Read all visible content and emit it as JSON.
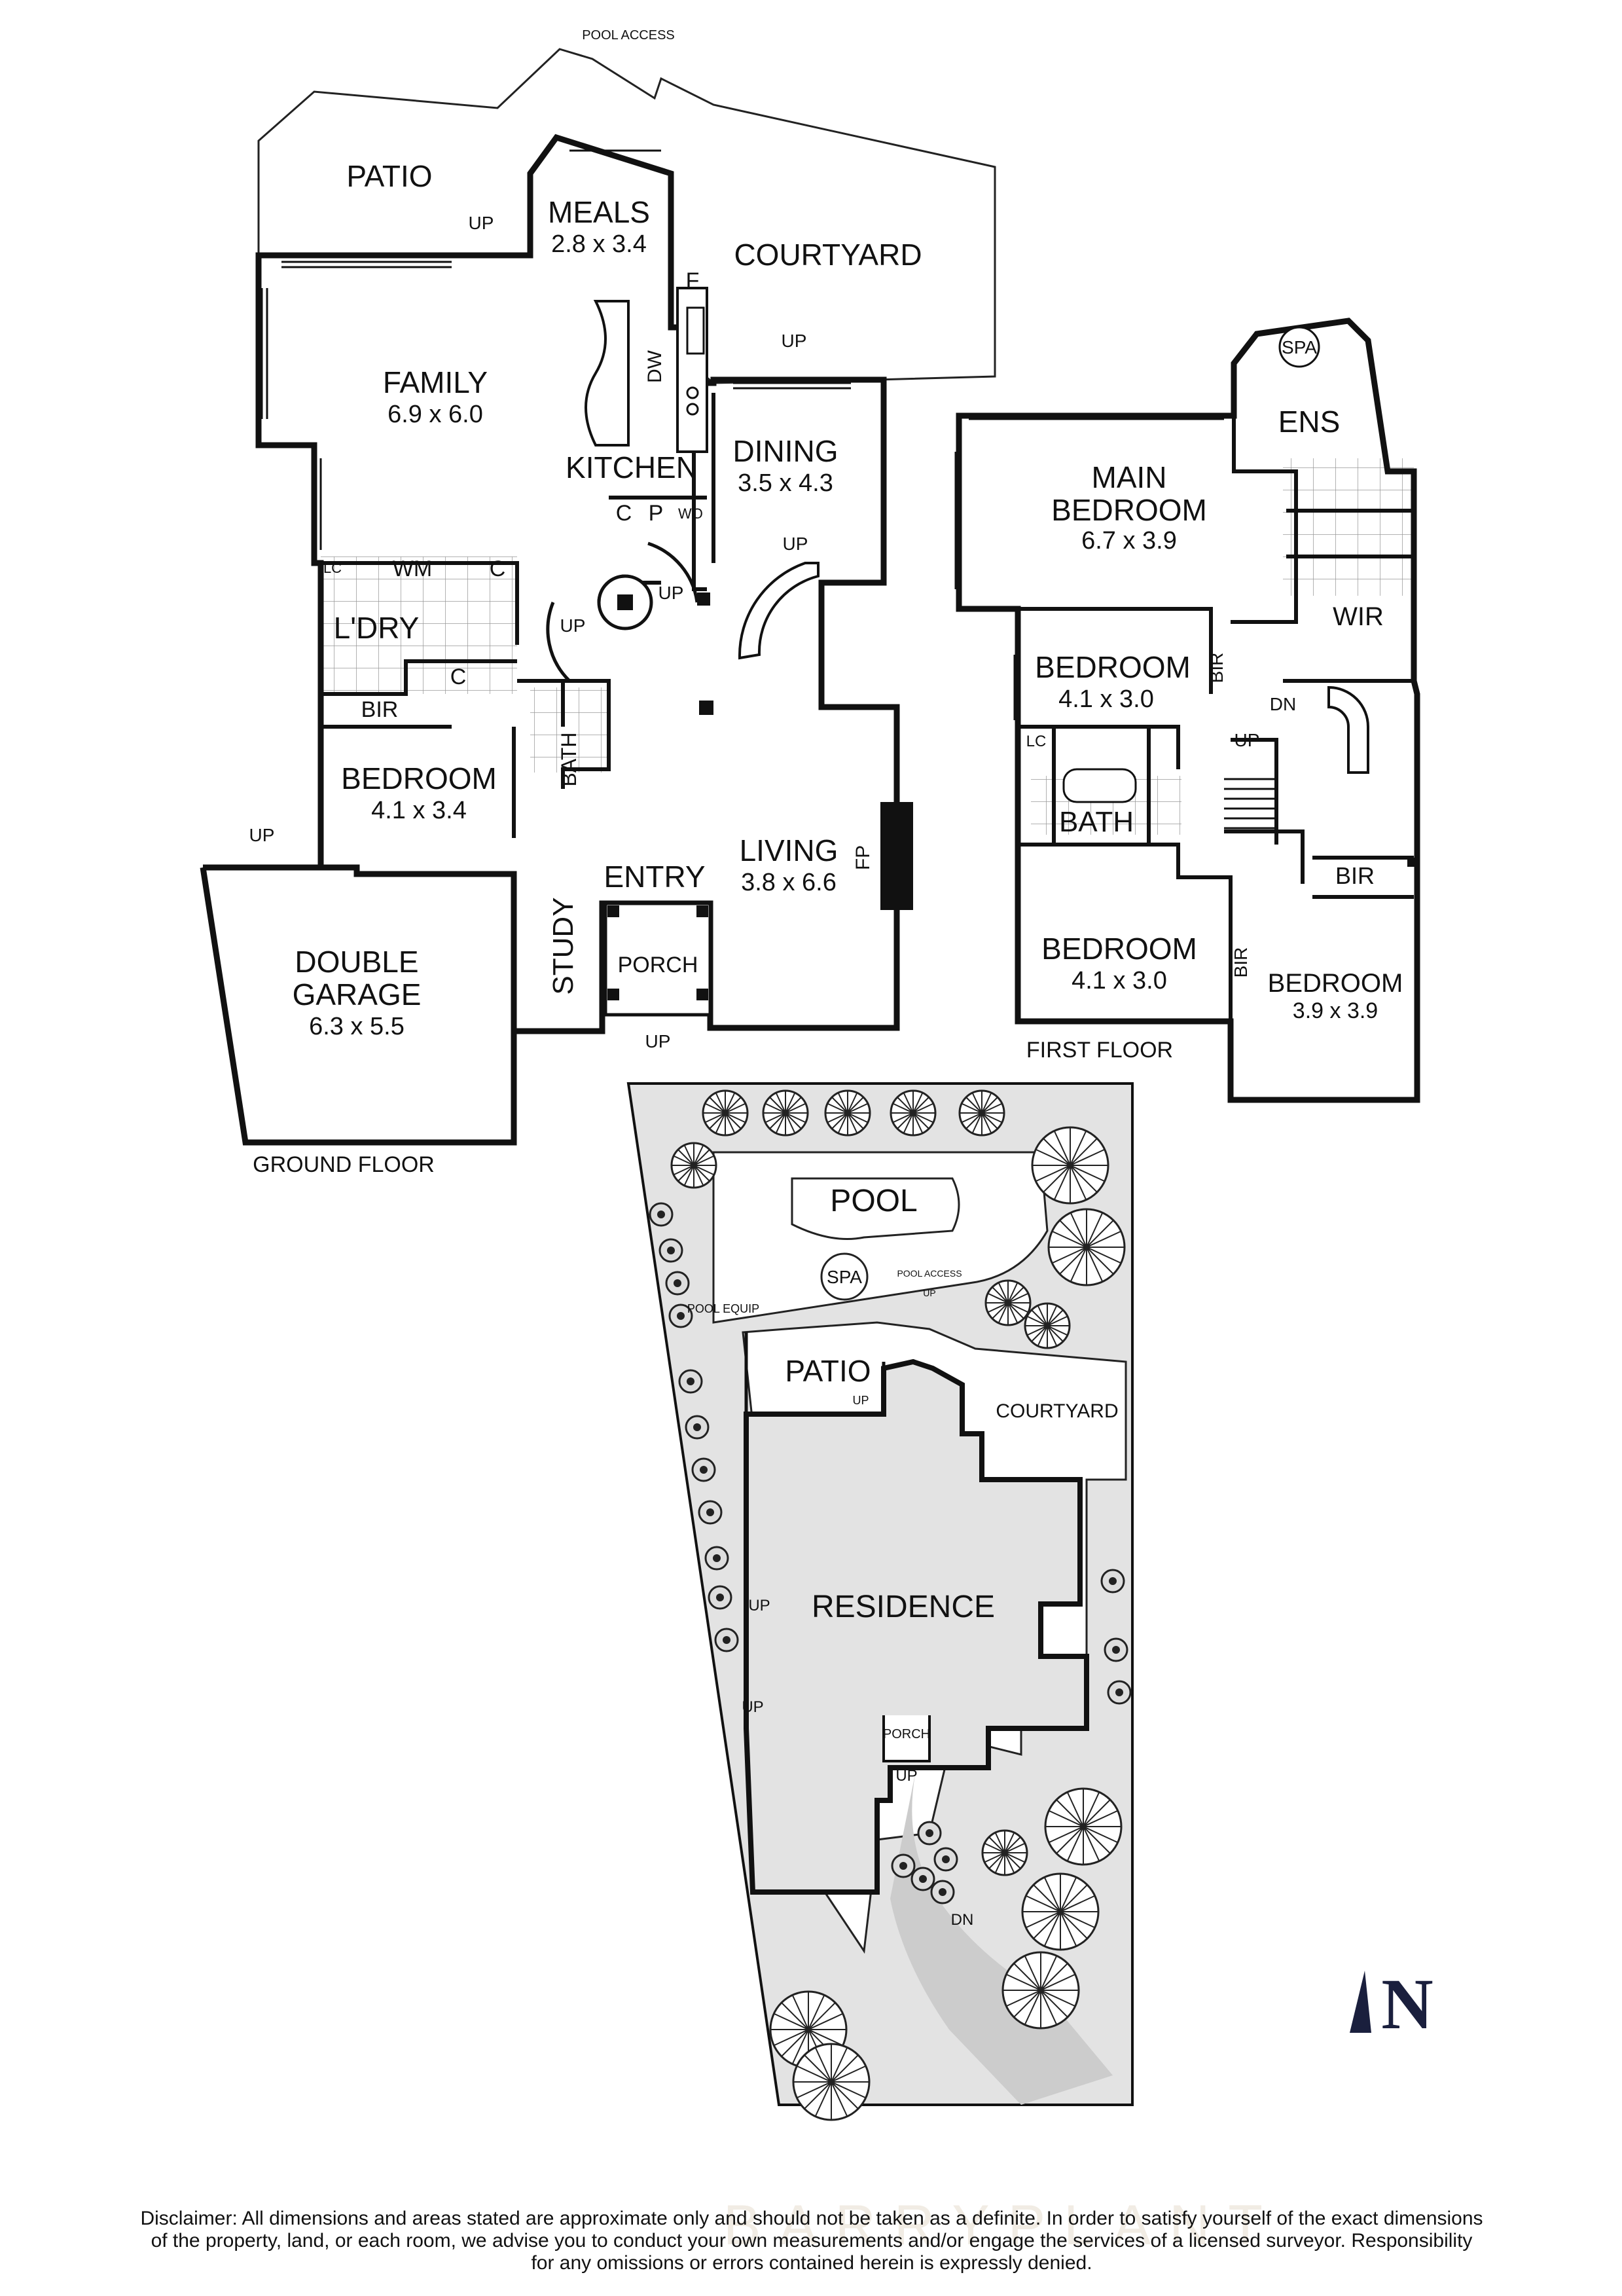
{
  "ground_floor": {
    "label": "GROUND FLOOR",
    "pool_access": "POOL ACCESS",
    "patio": "PATIO",
    "meals": {
      "name": "MEALS",
      "dims": "2.8 x 3.4"
    },
    "courtyard": "COURTYARD",
    "family": {
      "name": "FAMILY",
      "dims": "6.9 x 6.0"
    },
    "kitchen": "KITCHEN",
    "fridge": "F",
    "dishwasher": "DW",
    "dining": {
      "name": "DINING",
      "dims": "3.5 x 4.3"
    },
    "c1": "C",
    "pantry": "P",
    "wine": "WO",
    "lc": "LC",
    "wm": "WM",
    "c2": "C",
    "laundry": "L'DRY",
    "c3": "C",
    "bir": "BIR",
    "bath": "BATH",
    "bedroom": {
      "name": "BEDROOM",
      "dims": "4.1 x 3.4"
    },
    "entry": "ENTRY",
    "living": {
      "name": "LIVING",
      "dims": "3.8 x 6.6"
    },
    "fp": "FP",
    "study": "STUDY",
    "porch": "PORCH",
    "garage": {
      "name1": "DOUBLE",
      "name2": "GARAGE",
      "dims": "6.3 x 5.5"
    },
    "up": "UP"
  },
  "first_floor": {
    "label": "FIRST FLOOR",
    "spa": "SPA",
    "ens": "ENS",
    "main_bedroom": {
      "name1": "MAIN",
      "name2": "BEDROOM",
      "dims": "6.7 x 3.9"
    },
    "wir": "WIR",
    "bedroom_a": {
      "name": "BEDROOM",
      "dims": "4.1 x 3.0"
    },
    "bir_a": "BIR",
    "dn": "DN",
    "up": "UP",
    "lc": "LC",
    "bath": "BATH",
    "bir_b": "BIR",
    "bedroom_b": {
      "name": "BEDROOM",
      "dims": "4.1 x 3.0"
    },
    "bir_c": "BIR",
    "bedroom_c": {
      "name": "BEDROOM",
      "dims": "3.9 x 3.9"
    }
  },
  "site": {
    "pool": "POOL",
    "spa": "SPA",
    "pool_access": "POOL ACCESS",
    "pool_access_up": "UP",
    "pool_equip": "POOL EQUIP",
    "patio": "PATIO",
    "patio_up": "UP",
    "courtyard": "COURTYARD",
    "residence": "RESIDENCE",
    "up1": "UP",
    "up2": "UP",
    "porch": "PORCH",
    "porch_up": "UP",
    "dn": "DN"
  },
  "north": "N",
  "watermark": "BARRYPLANT",
  "disclaimer": [
    "Disclaimer: All dimensions and areas stated are approximate only and should not be taken as a definite. In order to satisfy yourself of the exact dimensions",
    "of the property, land, or each room, we advise you to conduct your own measurements and/or engage the services of a licensed surveyor. Responsibility",
    "for any omissions or errors contained herein is expressly denied."
  ]
}
